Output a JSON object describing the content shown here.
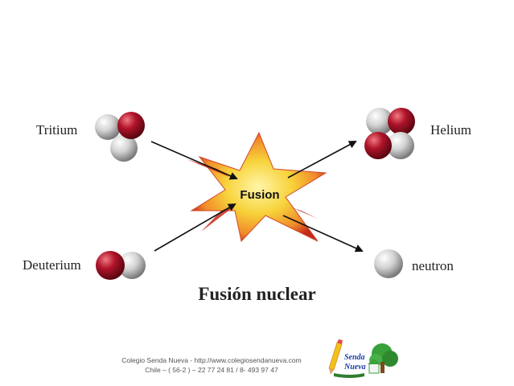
{
  "labels": {
    "tritium": "Tritium",
    "deuterium": "Deuterium",
    "helium": "Helium",
    "neutron": "neutron",
    "fusion": "Fusion"
  },
  "title": "Fusión nuclear",
  "footer": {
    "line1": "Colegio Senda Nueva -  http://www.colegiosendanueva.com",
    "line2": "Chile – ( 56-2 ) – 22 77 24 81 / 8- 493 97 47"
  },
  "logo": {
    "line1": "Senda",
    "line2": "Nueva"
  },
  "colors": {
    "proton": "#a0101f",
    "neutron": "#c8c8c8",
    "star_core": "#f6d23a",
    "star_edge": "#c42a1a"
  }
}
